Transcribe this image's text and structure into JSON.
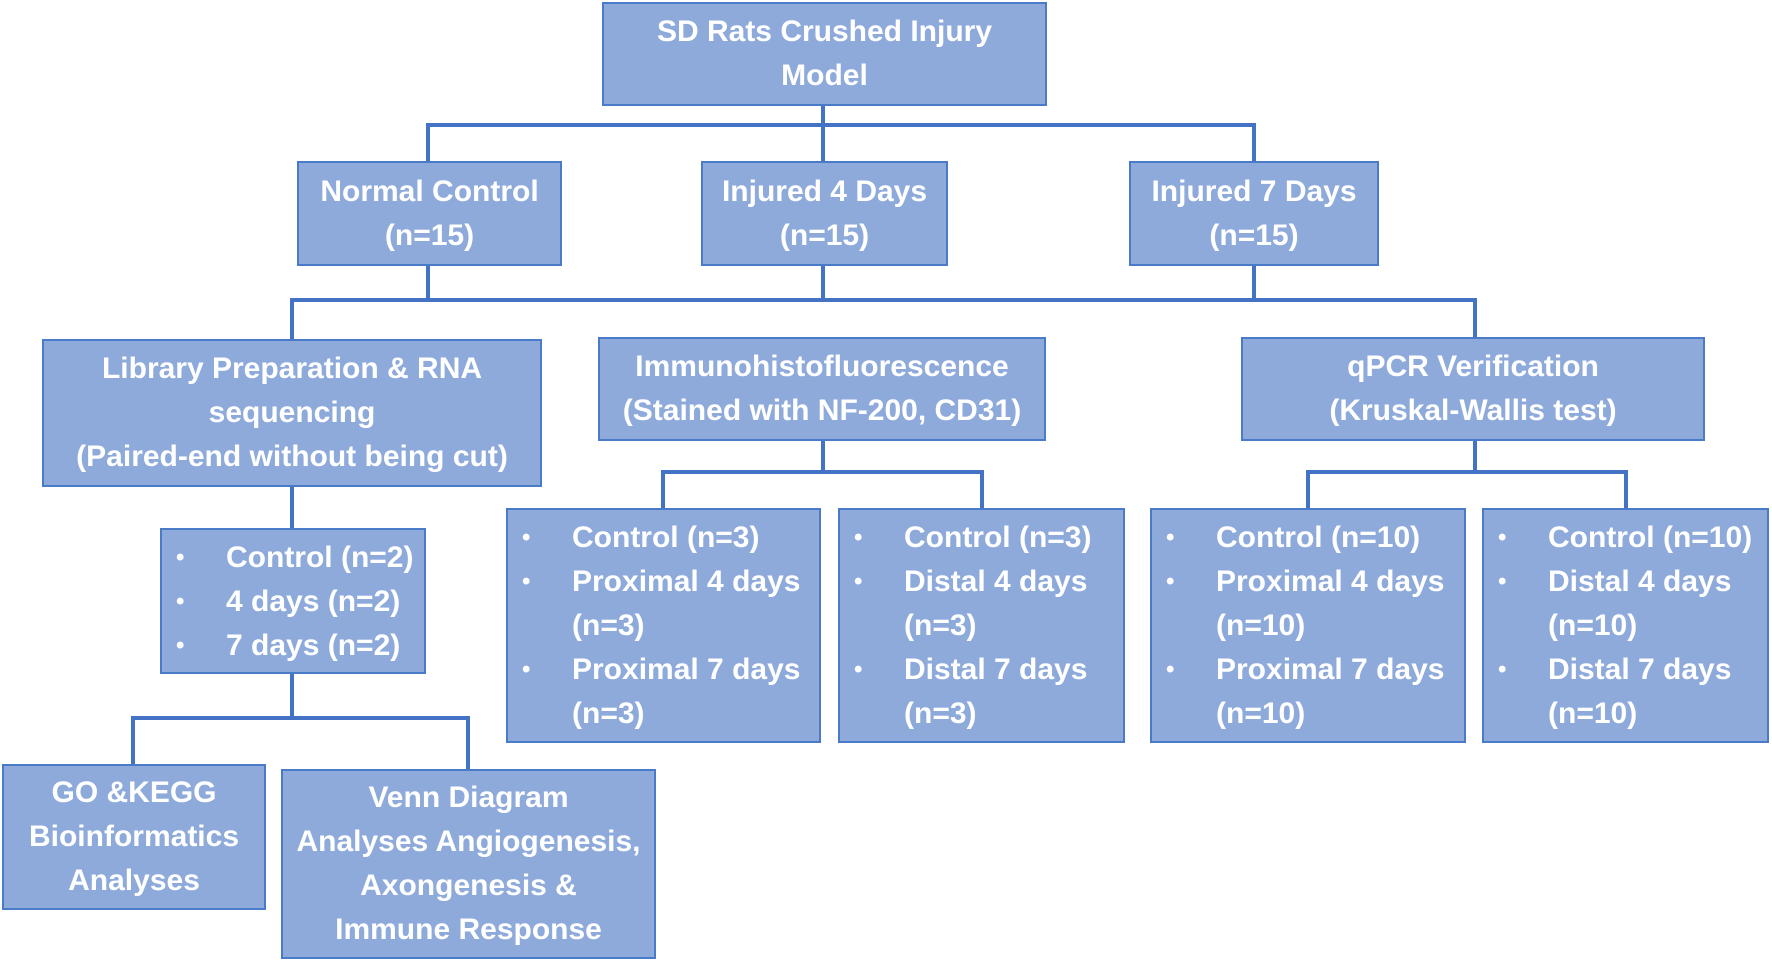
{
  "colors": {
    "box_fill": "#8eaadb",
    "box_border": "#4a7bc8",
    "connector": "#4472c4",
    "text": "#ffffff"
  },
  "root": {
    "lines": [
      "SD Rats Crushed Injury",
      "Model"
    ]
  },
  "groups": {
    "normal_control": {
      "lines": [
        "Normal Control",
        "(n=15)"
      ]
    },
    "injured_4": {
      "lines": [
        "Injured 4 Days",
        "(n=15)"
      ]
    },
    "injured_7": {
      "lines": [
        "Injured 7 Days",
        "(n=15)"
      ]
    }
  },
  "methods": {
    "rnaseq": {
      "lines": [
        "Library Preparation & RNA",
        "sequencing",
        "(Paired-end without being cut)"
      ]
    },
    "ihf": {
      "lines": [
        "Immunohistofluorescence",
        "(Stained with NF-200, CD31)"
      ]
    },
    "qpcr": {
      "lines": [
        "qPCR Verification",
        "(Kruskal-Wallis test)"
      ]
    }
  },
  "rnaseq_samples": {
    "bullet": "•",
    "items": [
      [
        "Control (n=2)"
      ],
      [
        "4 days (n=2)"
      ],
      [
        "7 days (n=2)"
      ]
    ]
  },
  "ihf_proximal": {
    "bullet": "•",
    "items": [
      [
        "Control (n=3)"
      ],
      [
        "Proximal 4 days",
        "(n=3)"
      ],
      [
        "Proximal 7 days",
        "(n=3)"
      ]
    ]
  },
  "ihf_distal": {
    "bullet": "•",
    "items": [
      [
        "Control (n=3)"
      ],
      [
        "Distal 4 days",
        "(n=3)"
      ],
      [
        "Distal 7 days",
        "(n=3)"
      ]
    ]
  },
  "qpcr_proximal": {
    "bullet": "•",
    "items": [
      [
        "Control (n=10)"
      ],
      [
        "Proximal 4 days",
        "(n=10)"
      ],
      [
        "Proximal 7 days",
        "(n=10)"
      ]
    ]
  },
  "qpcr_distal": {
    "bullet": "•",
    "items": [
      [
        "Control (n=10)"
      ],
      [
        "Distal 4 days",
        "(n=10)"
      ],
      [
        "Distal 7 days",
        "(n=10)"
      ]
    ]
  },
  "analyses": {
    "go_kegg": {
      "lines": [
        "GO &KEGG",
        "Bioinformatics",
        "Analyses"
      ]
    },
    "venn": {
      "lines": [
        "Venn Diagram",
        "Analyses Angiogenesis,",
        "Axongenesis &",
        "Immune Response"
      ]
    }
  }
}
